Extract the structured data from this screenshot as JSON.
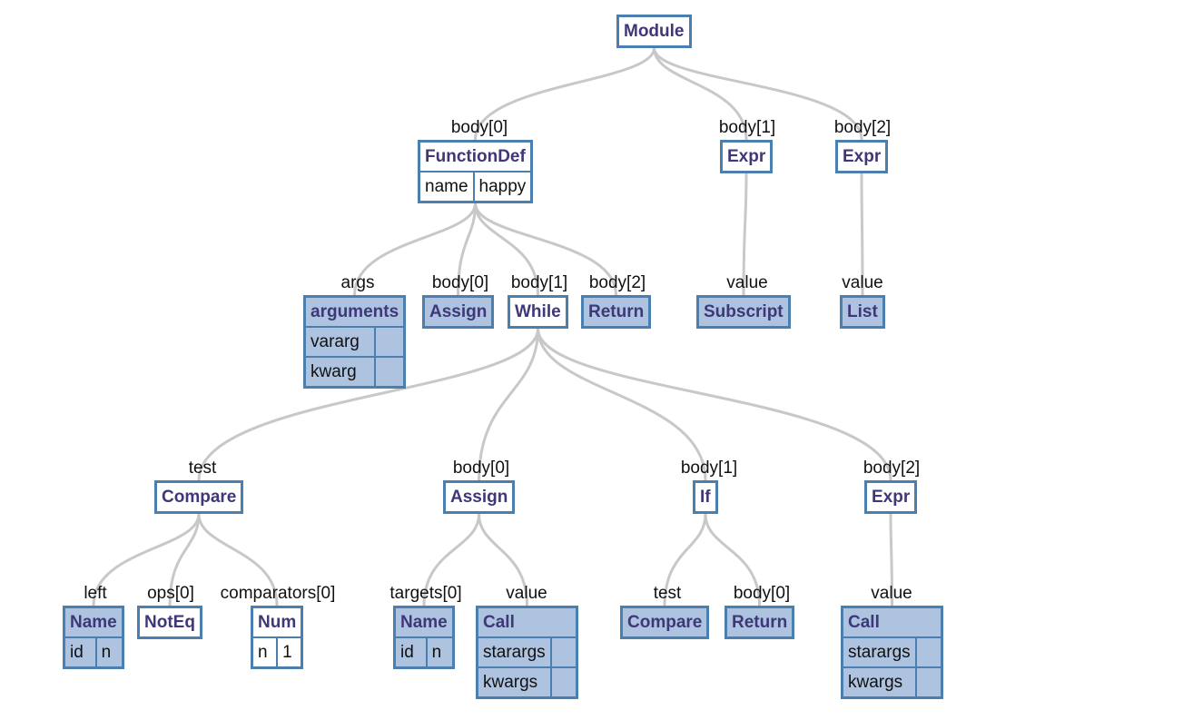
{
  "nodes": [
    {
      "id": "module",
      "type": "Module",
      "hl": false,
      "label": "",
      "fields": []
    },
    {
      "id": "funcdef",
      "type": "FunctionDef",
      "hl": false,
      "label": "body[0]",
      "fields": [
        {
          "k": "name",
          "v": "happy"
        }
      ]
    },
    {
      "id": "expr1",
      "type": "Expr",
      "hl": false,
      "label": "body[1]",
      "fields": []
    },
    {
      "id": "expr2",
      "type": "Expr",
      "hl": false,
      "label": "body[2]",
      "fields": []
    },
    {
      "id": "arguments",
      "type": "arguments",
      "hl": true,
      "label": "args",
      "fields": [
        {
          "k": "vararg",
          "v": ""
        },
        {
          "k": "kwarg",
          "v": ""
        }
      ]
    },
    {
      "id": "assign0",
      "type": "Assign",
      "hl": true,
      "label": "body[0]",
      "fields": []
    },
    {
      "id": "while",
      "type": "While",
      "hl": false,
      "label": "body[1]",
      "fields": []
    },
    {
      "id": "return0",
      "type": "Return",
      "hl": true,
      "label": "body[2]",
      "fields": []
    },
    {
      "id": "subscript",
      "type": "Subscript",
      "hl": true,
      "label": "value",
      "fields": []
    },
    {
      "id": "list",
      "type": "List",
      "hl": true,
      "label": "value",
      "fields": []
    },
    {
      "id": "compare",
      "type": "Compare",
      "hl": false,
      "label": "test",
      "fields": []
    },
    {
      "id": "assign1",
      "type": "Assign",
      "hl": false,
      "label": "body[0]",
      "fields": []
    },
    {
      "id": "if",
      "type": "If",
      "hl": false,
      "label": "body[1]",
      "fields": []
    },
    {
      "id": "expr3",
      "type": "Expr",
      "hl": false,
      "label": "body[2]",
      "fields": []
    },
    {
      "id": "name1",
      "type": "Name",
      "hl": true,
      "label": "left",
      "fields": [
        {
          "k": "id",
          "v": "n"
        }
      ]
    },
    {
      "id": "noteq",
      "type": "NotEq",
      "hl": false,
      "label": "ops[0]",
      "fields": []
    },
    {
      "id": "num",
      "type": "Num",
      "hl": false,
      "label": "comparators[0]",
      "fields": [
        {
          "k": "n",
          "v": "1"
        }
      ]
    },
    {
      "id": "name2",
      "type": "Name",
      "hl": true,
      "label": "targets[0]",
      "fields": [
        {
          "k": "id",
          "v": "n"
        }
      ]
    },
    {
      "id": "call1",
      "type": "Call",
      "hl": true,
      "label": "value",
      "fields": [
        {
          "k": "starargs",
          "v": ""
        },
        {
          "k": "kwargs",
          "v": ""
        }
      ]
    },
    {
      "id": "compare2",
      "type": "Compare",
      "hl": true,
      "label": "test",
      "fields": []
    },
    {
      "id": "return1",
      "type": "Return",
      "hl": true,
      "label": "body[0]",
      "fields": []
    },
    {
      "id": "call2",
      "type": "Call",
      "hl": true,
      "label": "value",
      "fields": [
        {
          "k": "starargs",
          "v": ""
        },
        {
          "k": "kwargs",
          "v": ""
        }
      ]
    }
  ],
  "edges": [
    [
      "module",
      "funcdef"
    ],
    [
      "module",
      "expr1"
    ],
    [
      "module",
      "expr2"
    ],
    [
      "funcdef",
      "arguments"
    ],
    [
      "funcdef",
      "assign0"
    ],
    [
      "funcdef",
      "while"
    ],
    [
      "funcdef",
      "return0"
    ],
    [
      "expr1",
      "subscript"
    ],
    [
      "expr2",
      "list"
    ],
    [
      "while",
      "compare"
    ],
    [
      "while",
      "assign1"
    ],
    [
      "while",
      "if"
    ],
    [
      "while",
      "expr3"
    ],
    [
      "compare",
      "name1"
    ],
    [
      "compare",
      "noteq"
    ],
    [
      "compare",
      "num"
    ],
    [
      "assign1",
      "name2"
    ],
    [
      "assign1",
      "call1"
    ],
    [
      "if",
      "compare2"
    ],
    [
      "if",
      "return1"
    ],
    [
      "expr3",
      "call2"
    ]
  ],
  "colors": {
    "border": "#4a7fb0",
    "highlight": "#adc3df",
    "type_text": "#3e3878",
    "edge": "#c8c8c8"
  }
}
